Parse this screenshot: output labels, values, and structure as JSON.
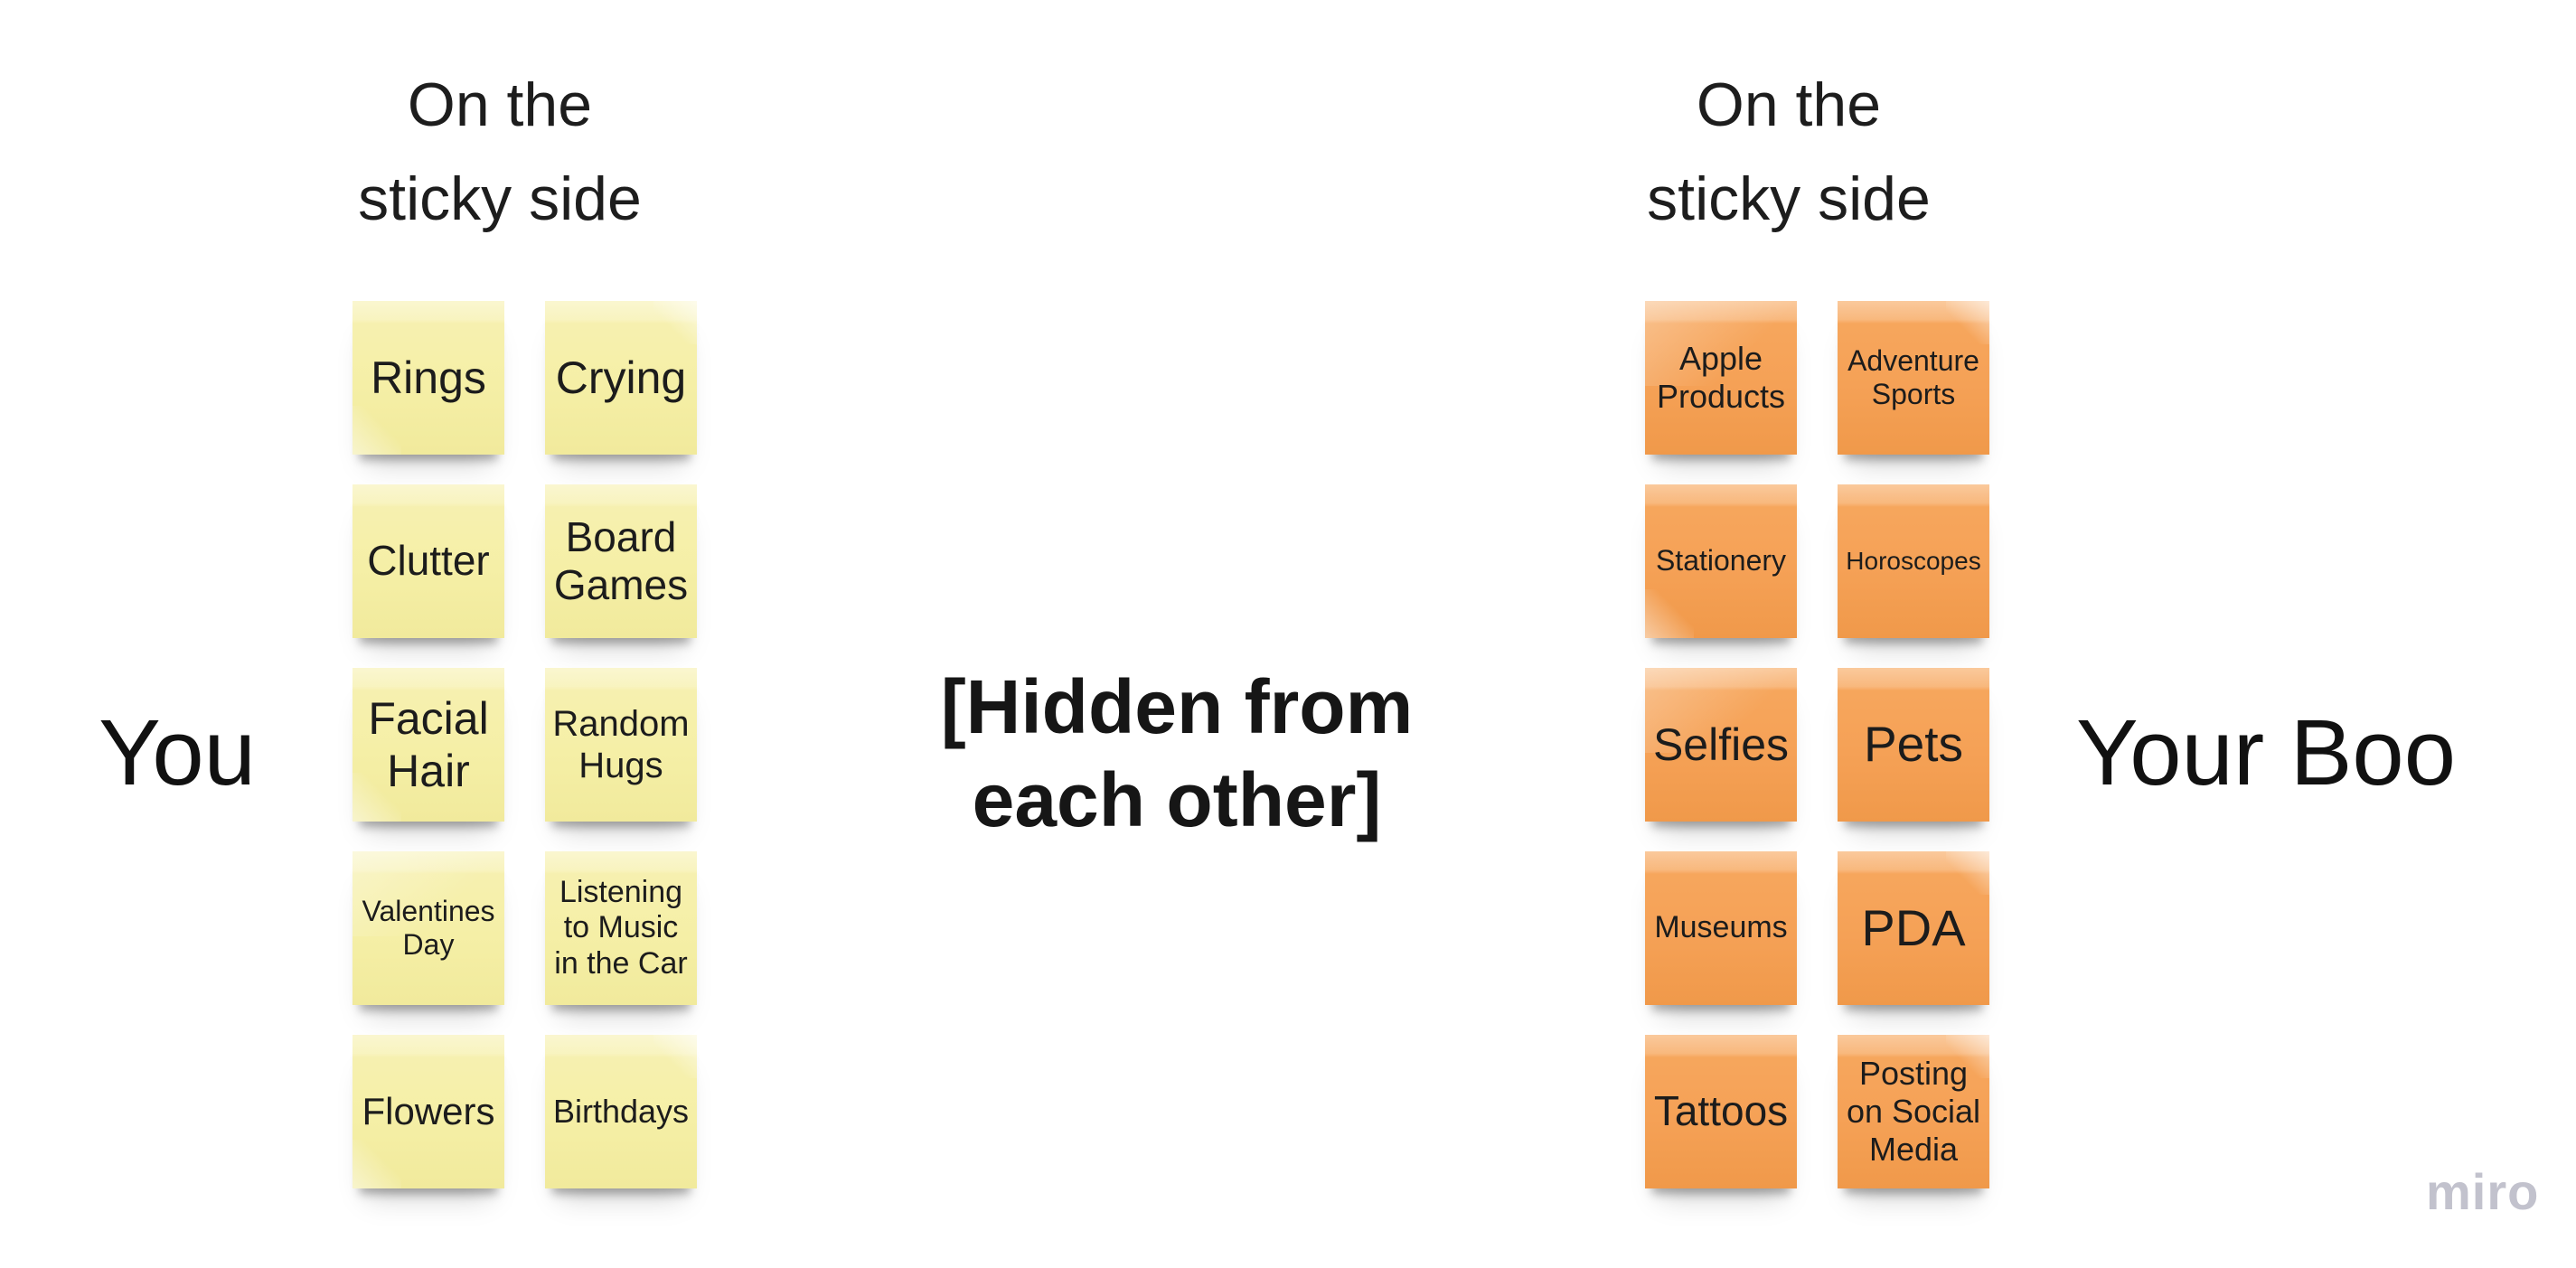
{
  "page": {
    "background": "#ffffff",
    "app_watermark": "miro"
  },
  "colors": {
    "yellow_note": "#f5efa6",
    "orange_note": "#f5a156",
    "note_text": "#1c1c1c",
    "heading_text": "#1d1d1d",
    "watermark": "#c2c2cd"
  },
  "center_note": {
    "lines": [
      "[Hidden from",
      "each other]"
    ]
  },
  "left_group": {
    "label": "You",
    "header_lines": [
      "On the",
      "sticky side"
    ],
    "note_color": "yellow",
    "notes": [
      {
        "text": "Rings",
        "size": 50,
        "fold": "bl"
      },
      {
        "text": "Crying",
        "size": 50,
        "fold": "tr"
      },
      {
        "text": "Clutter",
        "size": 46,
        "fold": "none"
      },
      {
        "text": "Board Games",
        "size": 46,
        "fold": "none"
      },
      {
        "text": "Facial Hair",
        "size": 50,
        "fold": "bl"
      },
      {
        "text": "Random Hugs",
        "size": 40,
        "fold": "none"
      },
      {
        "text": "Valentines Day",
        "size": 32,
        "fold": "tl"
      },
      {
        "text": "Listening to Music in the Car",
        "size": 34,
        "fold": "none"
      },
      {
        "text": "Flowers",
        "size": 42,
        "fold": "bl"
      },
      {
        "text": "Birthdays",
        "size": 36,
        "fold": "tr"
      }
    ]
  },
  "right_group": {
    "label": "Your Boo",
    "header_lines": [
      "On the",
      "sticky side"
    ],
    "note_color": "orange",
    "notes": [
      {
        "text": "Apple Products",
        "size": 36,
        "fold": "tl"
      },
      {
        "text": "Adventure Sports",
        "size": 32,
        "fold": "tr"
      },
      {
        "text": "Stationery",
        "size": 32,
        "fold": "bl"
      },
      {
        "text": "Horoscopes",
        "size": 28,
        "fold": "none"
      },
      {
        "text": "Selfies",
        "size": 50,
        "fold": "tl"
      },
      {
        "text": "Pets",
        "size": 55,
        "fold": "none"
      },
      {
        "text": "Museums",
        "size": 34,
        "fold": "none"
      },
      {
        "text": "PDA",
        "size": 56,
        "fold": "tr"
      },
      {
        "text": "Tattoos",
        "size": 46,
        "fold": "none"
      },
      {
        "text": "Posting on Social Media",
        "size": 36,
        "fold": "tr"
      }
    ]
  }
}
